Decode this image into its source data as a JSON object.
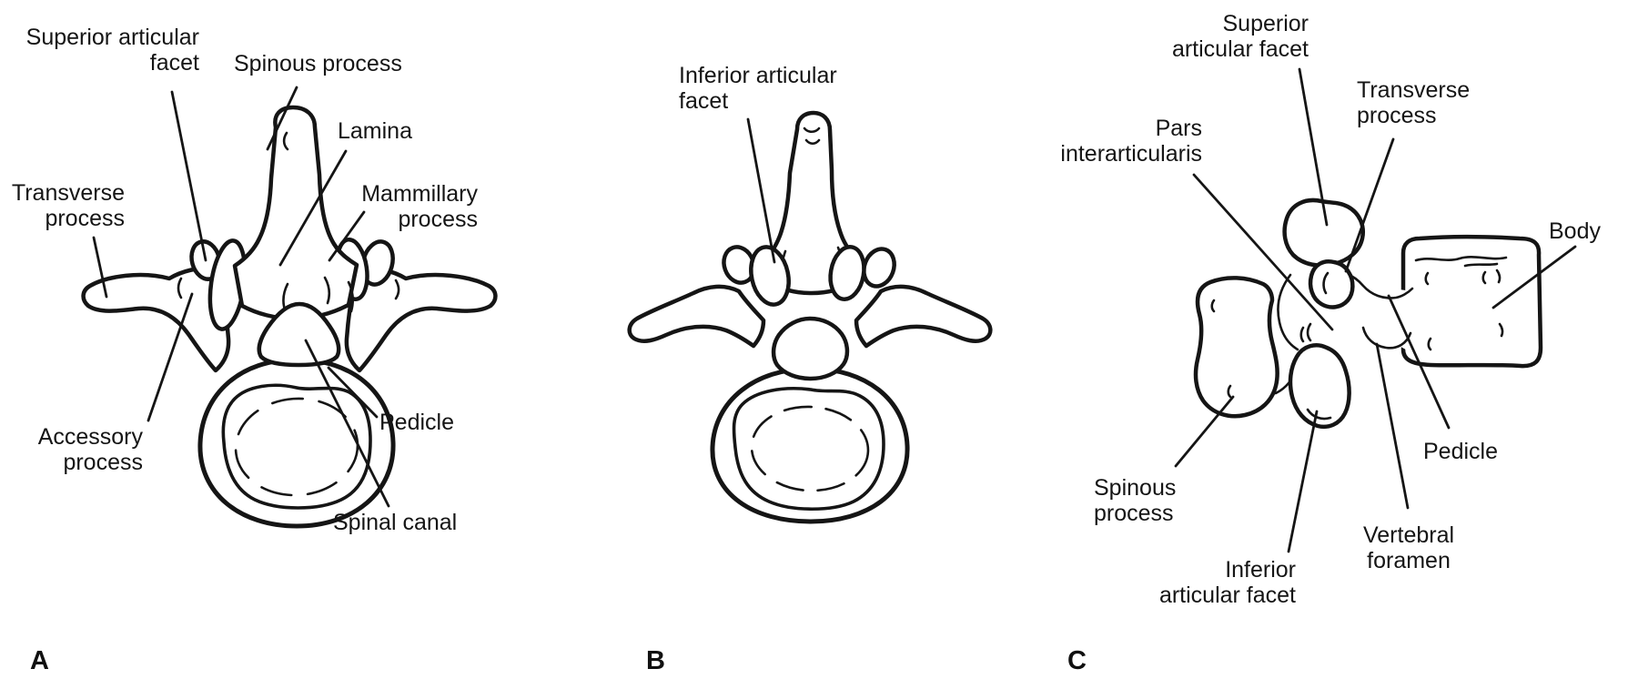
{
  "colors": {
    "ink": "#151515",
    "background": "#ffffff"
  },
  "panels": [
    {
      "letter": "A",
      "view_labels": [
        {
          "name": "superior-articular-facet",
          "lines": [
            "Superior articular",
            "facet"
          ]
        },
        {
          "name": "spinous-process",
          "lines": [
            "Spinous process"
          ]
        },
        {
          "name": "lamina",
          "lines": [
            "Lamina"
          ]
        },
        {
          "name": "transverse-process",
          "lines": [
            "Transverse",
            "process"
          ]
        },
        {
          "name": "mammillary-process",
          "lines": [
            "Mammillary",
            "process"
          ]
        },
        {
          "name": "accessory-process",
          "lines": [
            "Accessory",
            "process"
          ]
        },
        {
          "name": "pedicle",
          "lines": [
            "Pedicle"
          ]
        },
        {
          "name": "spinal-canal",
          "lines": [
            "Spinal canal"
          ]
        }
      ]
    },
    {
      "letter": "B",
      "view_labels": [
        {
          "name": "inferior-articular-facet",
          "lines": [
            "Inferior articular",
            "facet"
          ]
        }
      ]
    },
    {
      "letter": "C",
      "view_labels": [
        {
          "name": "superior-articular-facet",
          "lines": [
            "Superior",
            "articular facet"
          ]
        },
        {
          "name": "transverse-process",
          "lines": [
            "Transverse",
            "process"
          ]
        },
        {
          "name": "pars-interarticularis",
          "lines": [
            "Pars",
            "interarticularis"
          ]
        },
        {
          "name": "body",
          "lines": [
            "Body"
          ]
        },
        {
          "name": "pedicle",
          "lines": [
            "Pedicle"
          ]
        },
        {
          "name": "spinous-process",
          "lines": [
            "Spinous",
            "process"
          ]
        },
        {
          "name": "vertebral-foramen",
          "lines": [
            "Vertebral",
            "foramen"
          ]
        },
        {
          "name": "inferior-articular-facet",
          "lines": [
            "Inferior",
            "articular facet"
          ]
        }
      ]
    }
  ]
}
